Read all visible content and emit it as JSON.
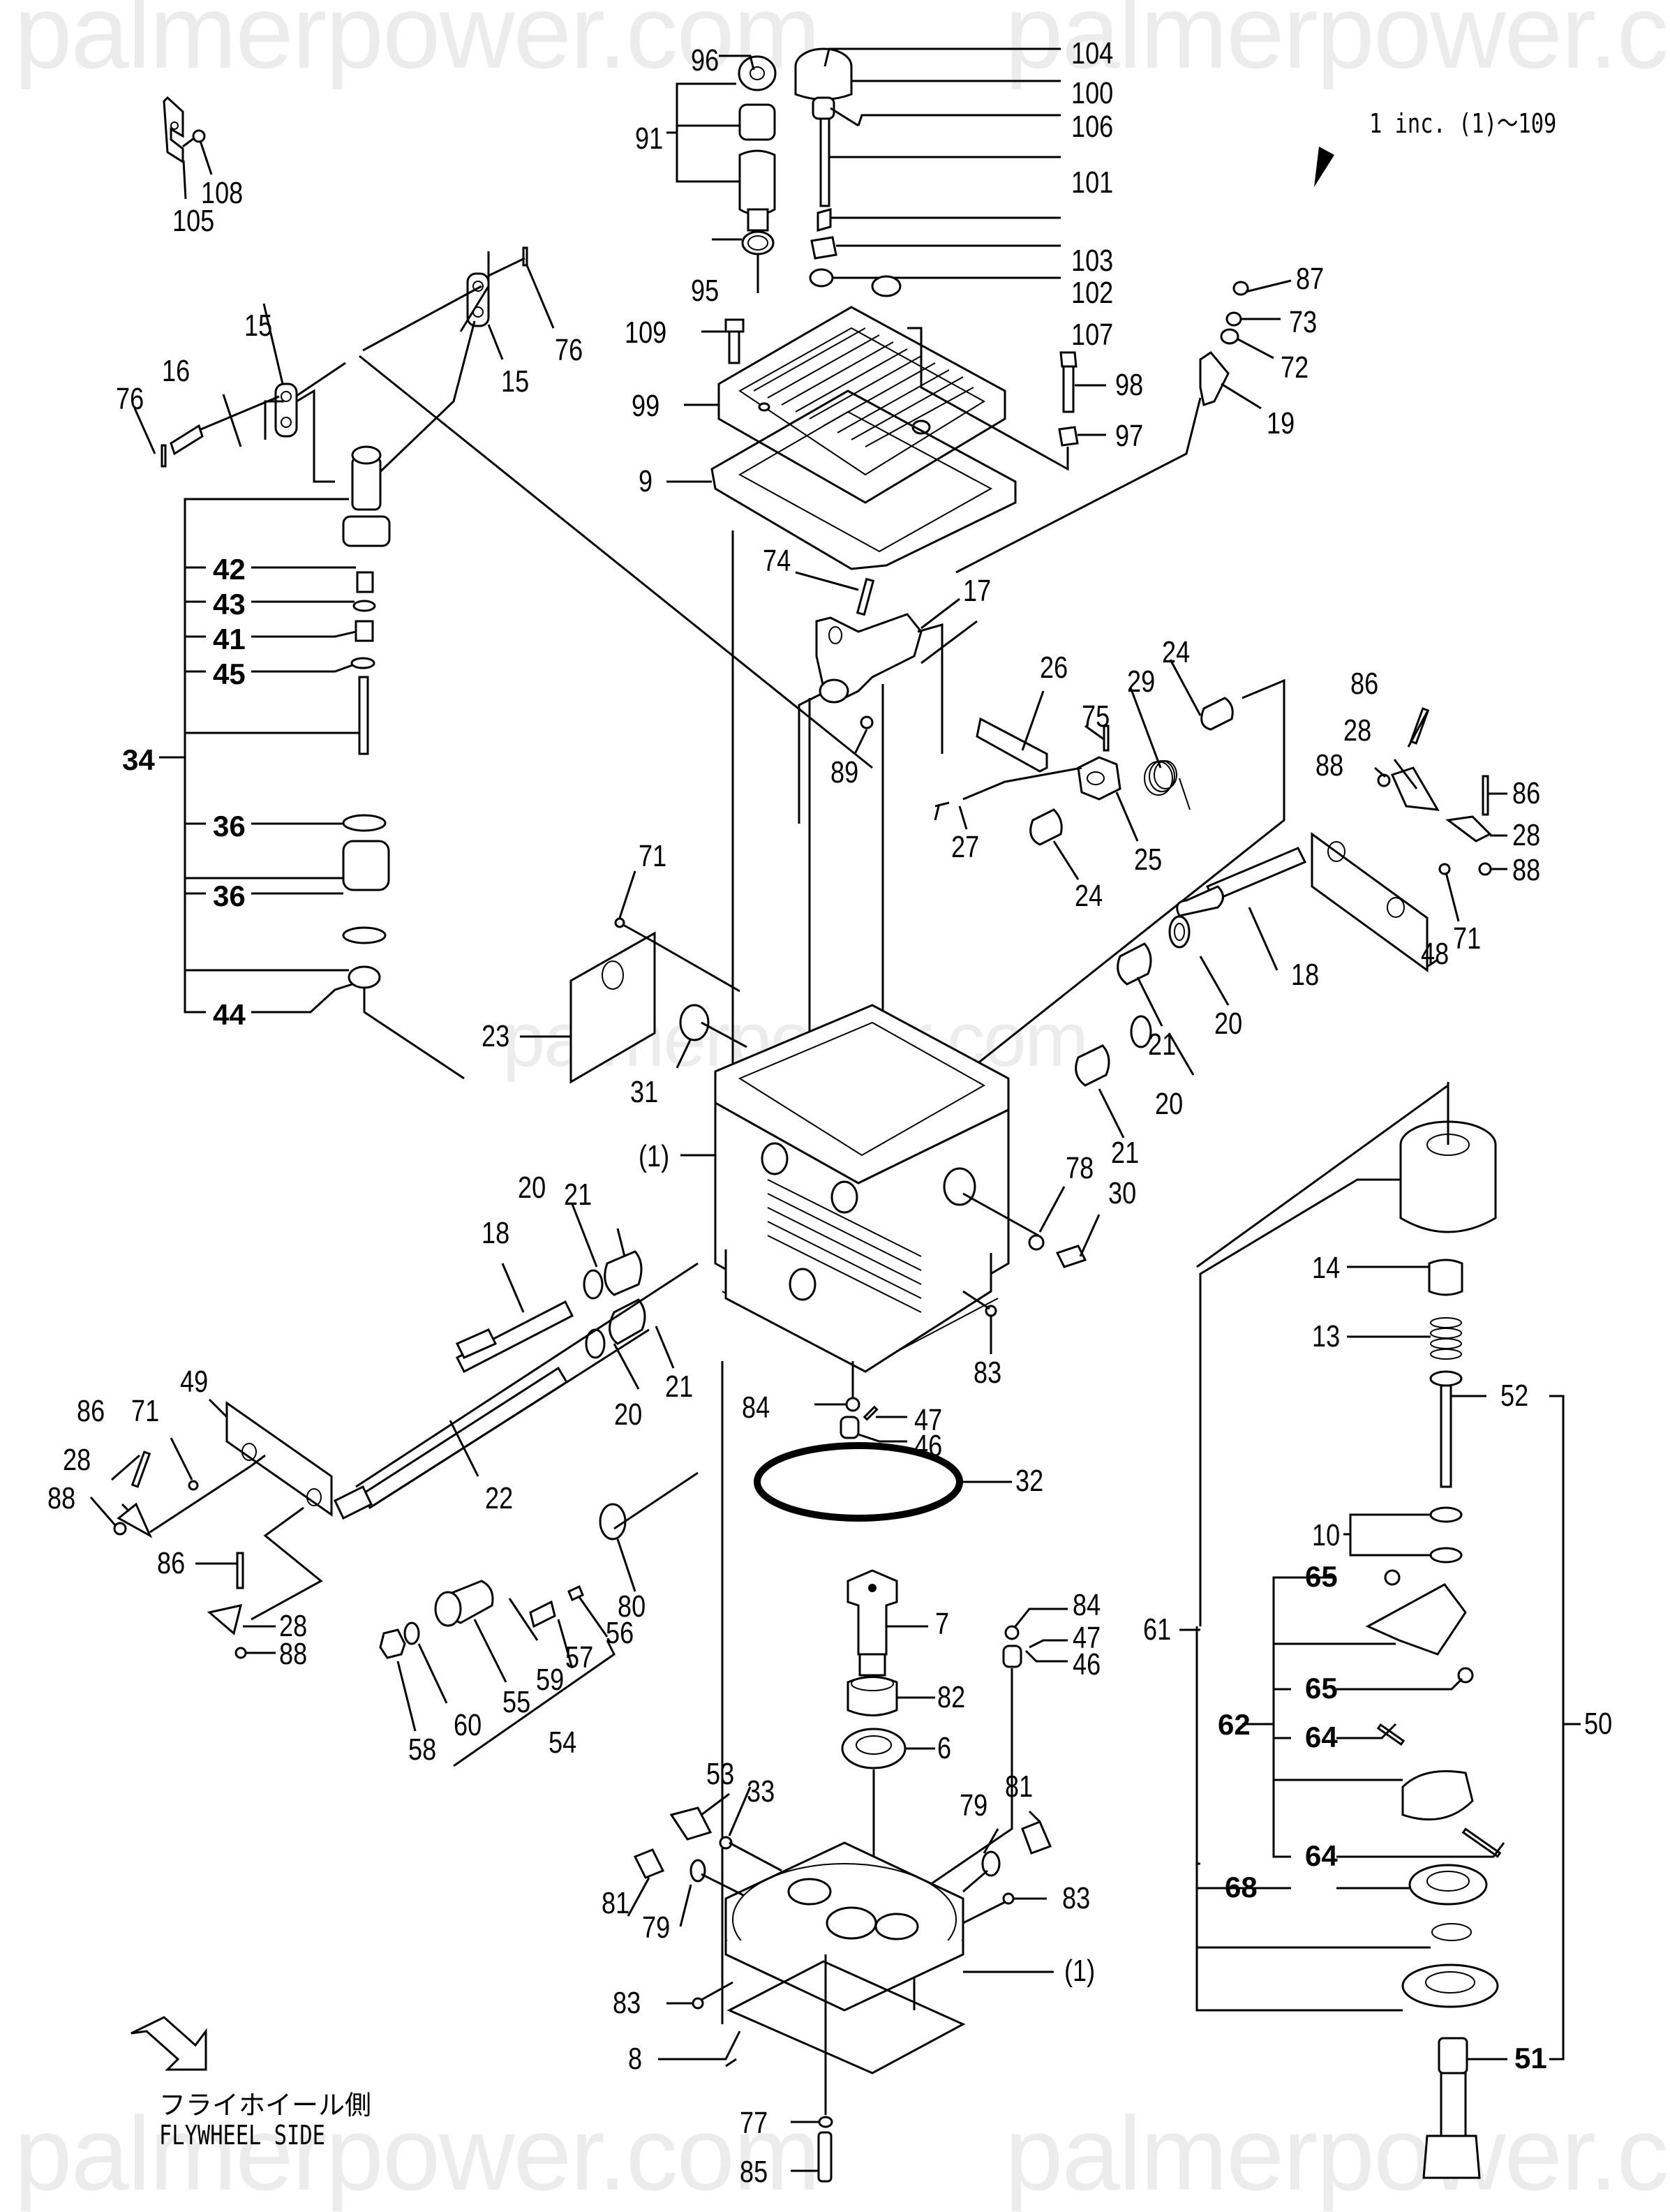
{
  "watermarks": {
    "text": "palmerpower.com"
  },
  "header_note": {
    "text": "1 inc. (1)〜109"
  },
  "flywheel": {
    "japanese": "フライホイール側",
    "english": "FLYWHEEL SIDE",
    "arrow_icon": "direction-arrow-icon"
  },
  "callouts": {
    "c96": "96",
    "c104": "104",
    "c100": "100",
    "c106": "106",
    "c101": "101",
    "c91": "91",
    "c103": "103",
    "c102": "102",
    "c95": "95",
    "c107": "107",
    "c109": "109",
    "c98": "98",
    "c99": "99",
    "c97": "97",
    "c9": "9",
    "c105": "105",
    "c108": "108",
    "c87": "87",
    "c73": "73",
    "c72": "72",
    "c19": "19",
    "c15a": "15",
    "c15b": "15",
    "c16": "16",
    "c76a": "76",
    "c76b": "76",
    "c42": "42",
    "c43": "43",
    "c41": "41",
    "c45": "45",
    "c34": "34",
    "c36a": "36",
    "c36b": "36",
    "c44": "44",
    "c74": "74",
    "c17": "17",
    "c26": "26",
    "c24a": "24",
    "c29": "29",
    "c75": "75",
    "c89": "89",
    "c27": "27",
    "c25": "25",
    "c24b": "24",
    "c86a": "86",
    "c28a": "28",
    "c88a": "88",
    "c86b": "86",
    "c28b": "28",
    "c88b": "88",
    "c71a": "71",
    "c48": "48",
    "c18a": "18",
    "c71b": "71",
    "c23": "23",
    "c31": "31",
    "c1a": "(1)",
    "c20a": "20",
    "c21a": "21",
    "c21b": "21",
    "c20b": "20",
    "c78": "78",
    "c30": "30",
    "c21c": "21",
    "c20c": "20",
    "c18b": "18",
    "c20d": "20",
    "c21d": "21",
    "c83a": "83",
    "c84a": "84",
    "c47a": "47",
    "c46a": "46",
    "c49": "49",
    "c86c": "86",
    "c71c": "71",
    "c28c": "28",
    "c88c": "88",
    "c22": "22",
    "c86d": "86",
    "c28d": "28",
    "c88d": "88",
    "c32": "32",
    "c80": "80",
    "c56": "56",
    "c57": "57",
    "c59": "59",
    "c55": "55",
    "c60": "60",
    "c58": "58",
    "c54": "54",
    "c7": "7",
    "c84b": "84",
    "c47b": "47",
    "c46b": "46",
    "c82": "82",
    "c6": "6",
    "c53": "53",
    "c33": "33",
    "c79a": "79",
    "c81a": "81",
    "c81b": "81",
    "c79b": "79",
    "c83b": "83",
    "c83c": "83",
    "c1b": "(1)",
    "c8": "8",
    "c77": "77",
    "c85": "85",
    "c14": "14",
    "c13": "13",
    "c52": "52",
    "c10": "10",
    "c61": "61",
    "c65a": "65",
    "c65b": "65",
    "c62": "62",
    "c64a": "64",
    "c64b": "64",
    "c50": "50",
    "c68": "68",
    "c51": "51"
  }
}
